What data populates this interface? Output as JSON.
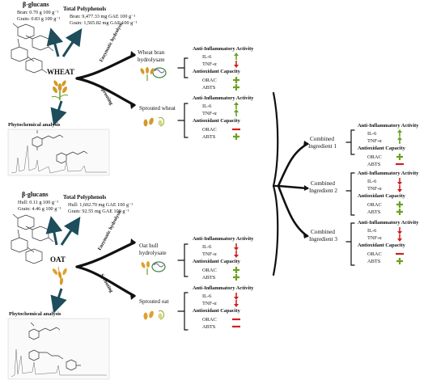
{
  "wheat": {
    "label": "WHEAT",
    "beta_glucans": {
      "title": "β-glucans",
      "line1": "Bran: 0.70 g 100 g⁻¹",
      "line2": "Grain: 0.83 g 100 g⁻¹"
    },
    "polyphenols": {
      "title": "Total Polyphenols",
      "line1": "Bran: 9,477.33 mg GAE 100 g⁻¹",
      "line2": "Grain: 1,565.82 mg GAE 100 g⁻¹"
    },
    "phyto": "Phytochemical analysis",
    "branches": [
      {
        "method": "Enzymatic hydrolysis",
        "product": "Wheat bran hydrolysate",
        "bio": [
          {
            "label": "IL-6",
            "effect": "up"
          },
          {
            "label": "TNF-α",
            "effect": "down"
          }
        ],
        "antiox": [
          {
            "label": "ORAC",
            "effect": "plus"
          },
          {
            "label": "ABTS",
            "effect": "plus"
          }
        ]
      },
      {
        "method": "Sprouting",
        "product": "Sprouted wheat",
        "bio": [
          {
            "label": "IL-6",
            "effect": "up"
          },
          {
            "label": "TNF-α",
            "effect": "up"
          }
        ],
        "antiox": [
          {
            "label": "ORAC",
            "effect": "minus"
          },
          {
            "label": "ABTS",
            "effect": "plus"
          }
        ]
      }
    ]
  },
  "oat": {
    "label": "OAT",
    "beta_glucans": {
      "title": "β-glucans",
      "line1": "Hull: 0.11 g 100 g⁻¹",
      "line2": "Grain: 4.46 g 100 g⁻¹"
    },
    "polyphenols": {
      "title": "Total Polyphenols",
      "line1": "Hull: 1,602.70 mg GAE 100 g⁻¹",
      "line2": "Grain: 92.55 mg GAE 100 g⁻¹"
    },
    "phyto": "Phytochemical analysis",
    "branches": [
      {
        "method": "Enzymatic hydrolysis",
        "product": "Oat hull hydrolysate",
        "bio": [
          {
            "label": "IL-6",
            "effect": "down"
          },
          {
            "label": "TNF-α",
            "effect": "down"
          }
        ],
        "antiox": [
          {
            "label": "ORAC",
            "effect": "plus"
          },
          {
            "label": "ABTS",
            "effect": "plus"
          }
        ]
      },
      {
        "method": "Sprouting",
        "product": "Sprouted oat",
        "bio": [
          {
            "label": "IL-6",
            "effect": "down"
          },
          {
            "label": "TNF-α",
            "effect": "down"
          }
        ],
        "antiox": [
          {
            "label": "ORAC",
            "effect": "minus"
          },
          {
            "label": "ABTS",
            "effect": "minus"
          }
        ]
      }
    ]
  },
  "combined": [
    {
      "label": "Combined Ingredient 1",
      "bio": [
        {
          "label": "IL-6",
          "effect": "up"
        },
        {
          "label": "TNF-α",
          "effect": "up"
        }
      ],
      "antiox": [
        {
          "label": "ORAC",
          "effect": "plus"
        },
        {
          "label": "ABTS",
          "effect": "minus"
        }
      ]
    },
    {
      "label": "Combined Ingredient 2",
      "bio": [
        {
          "label": "IL-6",
          "effect": "down"
        },
        {
          "label": "TNF-α",
          "effect": "down"
        }
      ],
      "antiox": [
        {
          "label": "ORAC",
          "effect": "plus"
        },
        {
          "label": "ABTS",
          "effect": "plus"
        }
      ]
    },
    {
      "label": "Combined Ingredient 3",
      "bio": [
        {
          "label": "IL-6",
          "effect": "down"
        },
        {
          "label": "TNF-α",
          "effect": "down"
        }
      ],
      "antiox": [
        {
          "label": "ORAC",
          "effect": "minus"
        },
        {
          "label": "ABTS",
          "effect": "plus"
        }
      ]
    }
  ],
  "headers": {
    "anti_inflammatory": "Anti-Inflammatory Activity",
    "antioxidant": "Antioxidant Capacity"
  },
  "effect_symbols": {
    "up": "green-up-arrow-icon",
    "down": "red-down-arrow-icon",
    "plus": "green-plus-icon",
    "minus": "red-minus-icon"
  },
  "colors": {
    "green": "#6aa121",
    "red": "#d01f1f",
    "teal_arrow": "#1e4d5c",
    "wheat_gold": "#d29a2a",
    "oat_gold": "#e0a030"
  }
}
